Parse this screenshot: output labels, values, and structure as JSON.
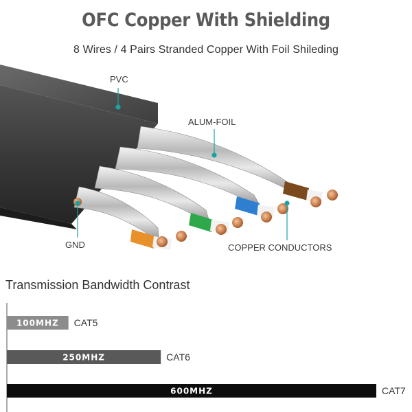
{
  "header": {
    "title": "OFC Copper With Shielding",
    "subtitle": "8 Wires / 4 Pairs Stranded Copper With Foil Shileding"
  },
  "callouts": {
    "pvc": "PVC",
    "foil": "ALUM-FOIL",
    "gnd": "GND",
    "conductors": "COPPER CONDUCTORS"
  },
  "colors": {
    "accent": "#1aa3a3",
    "cable": "#3c3c3c",
    "copper": "#c77c4a",
    "pair_orange": "#e8902a",
    "pair_green": "#2ea84a",
    "pair_blue": "#2f7fd0",
    "pair_brown": "#7a4a1e"
  },
  "section": {
    "title": "Transmission Bandwidth Contrast"
  },
  "chart_data": {
    "type": "bar",
    "orientation": "horizontal",
    "categories": [
      "CAT5",
      "CAT6",
      "CAT7"
    ],
    "values": [
      100,
      250,
      600
    ],
    "value_labels": [
      "100MHZ",
      "250MHZ",
      "600MHZ"
    ],
    "bar_colors": [
      "#8c8c8c",
      "#595959",
      "#0d0d0d"
    ],
    "xlim": [
      0,
      600
    ],
    "grid": false,
    "legend": "none"
  }
}
